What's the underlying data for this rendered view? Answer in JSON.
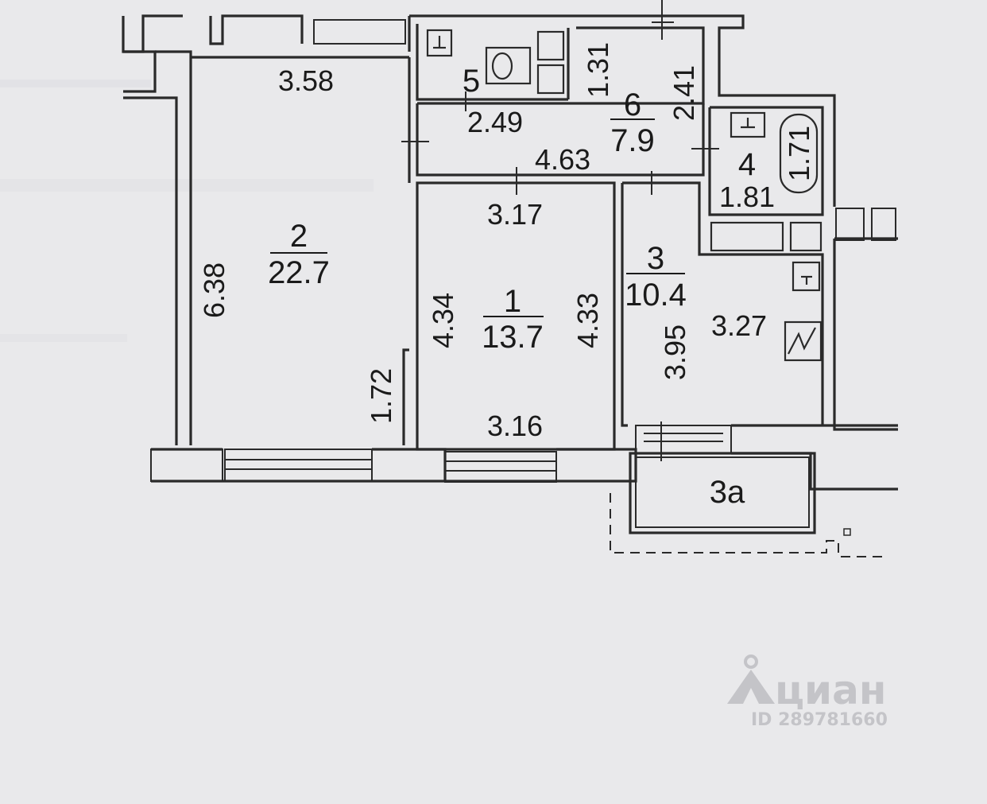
{
  "rooms": [
    {
      "number": "1",
      "area": "13.7"
    },
    {
      "number": "2",
      "area": "22.7"
    },
    {
      "number": "3",
      "area": "10.4"
    },
    {
      "number": "4",
      "area": "1.81"
    },
    {
      "number": "5"
    },
    {
      "number": "6",
      "area": "7.9"
    },
    {
      "number": "3а"
    }
  ],
  "dimensions": {
    "room2_top": "3.58",
    "room2_left": "6.38",
    "room2_right": "1.72",
    "room5_width": "2.49",
    "room5_height": "1.31",
    "room6_height": "2.41",
    "room6_width": "4.63",
    "room1_top": "3.17",
    "room1_bottom": "3.16",
    "room1_left": "4.34",
    "room1_right": "4.33",
    "room3_height": "3.95",
    "room3_width": "3.27",
    "room4_bath": "1.71"
  },
  "watermark": {
    "brand": "циан",
    "id": "ID 289781660"
  }
}
